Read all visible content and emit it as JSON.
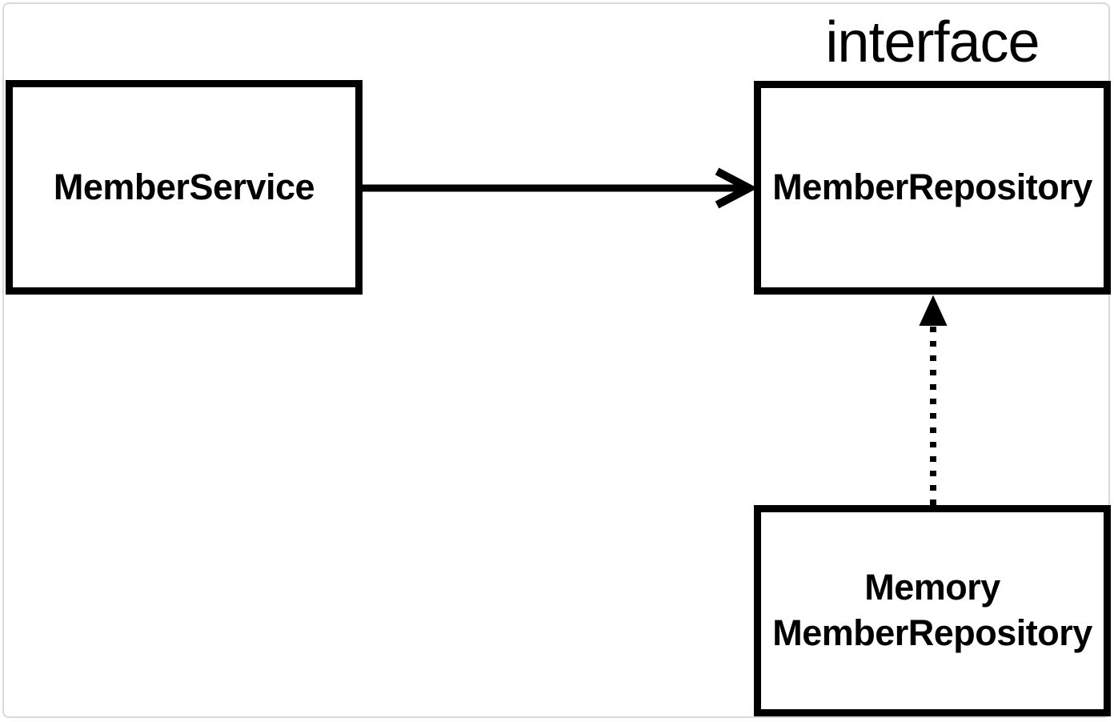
{
  "diagram": {
    "nodes": {
      "member_service": {
        "label": "MemberService"
      },
      "member_repository": {
        "label": "MemberRepository",
        "stereotype": "interface"
      },
      "memory_member_repository": {
        "label_line1": "Memory",
        "label_line2": "MemberRepository"
      }
    },
    "edges": [
      {
        "from": "MemberService",
        "to": "MemberRepository",
        "style": "solid",
        "arrowhead": "open-chevron"
      },
      {
        "from": "Memory MemberRepository",
        "to": "MemberRepository",
        "style": "dotted",
        "arrowhead": "filled-triangle"
      }
    ],
    "colors": {
      "line": "#000000",
      "node_border": "#000000",
      "background": "#ffffff",
      "page_border": "#d9d9d9"
    }
  }
}
